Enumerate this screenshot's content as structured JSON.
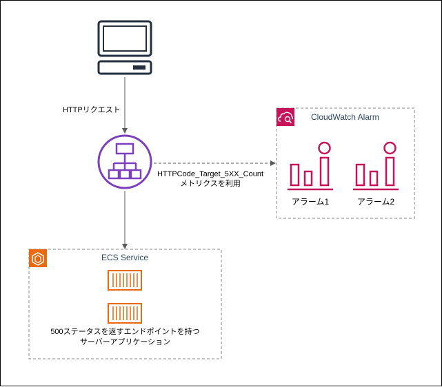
{
  "colors": {
    "edge": "#5a5a5a",
    "group_border": "#8a8a8a",
    "alb": "#7b3fbf",
    "ecs": "#e8690f",
    "cloudwatch": "#c7135a",
    "group_label_ecs": "#2d4865",
    "group_label_cw": "#2d4865",
    "text": "#000000"
  },
  "nodes": {
    "client": {
      "icon": "desktop-computer-icon"
    },
    "alb": {
      "icon": "load-balancer-icon"
    },
    "ecs_group": {
      "icon": "ecs-service-icon",
      "label": "ECS Service"
    },
    "containers": [
      {
        "icon": "container-icon"
      },
      {
        "icon": "container-icon"
      }
    ],
    "server_app_label": {
      "line1": "500ステータスを返すエンドポイントを持つ",
      "line2": "サーバーアプリケーション"
    },
    "cloudwatch_group": {
      "icon": "cloudwatch-icon",
      "label": "CloudWatch Alarm"
    },
    "alarms": [
      {
        "icon": "alarm-chart-icon",
        "label": "アラーム1"
      },
      {
        "icon": "alarm-chart-icon",
        "label": "アラーム2"
      }
    ]
  },
  "edges": {
    "http_request": {
      "label": "HTTPリクエスト"
    },
    "metrics": {
      "line1": "HTTPCode_Target_5XX_Count",
      "line2": "メトリクスを利用"
    }
  }
}
